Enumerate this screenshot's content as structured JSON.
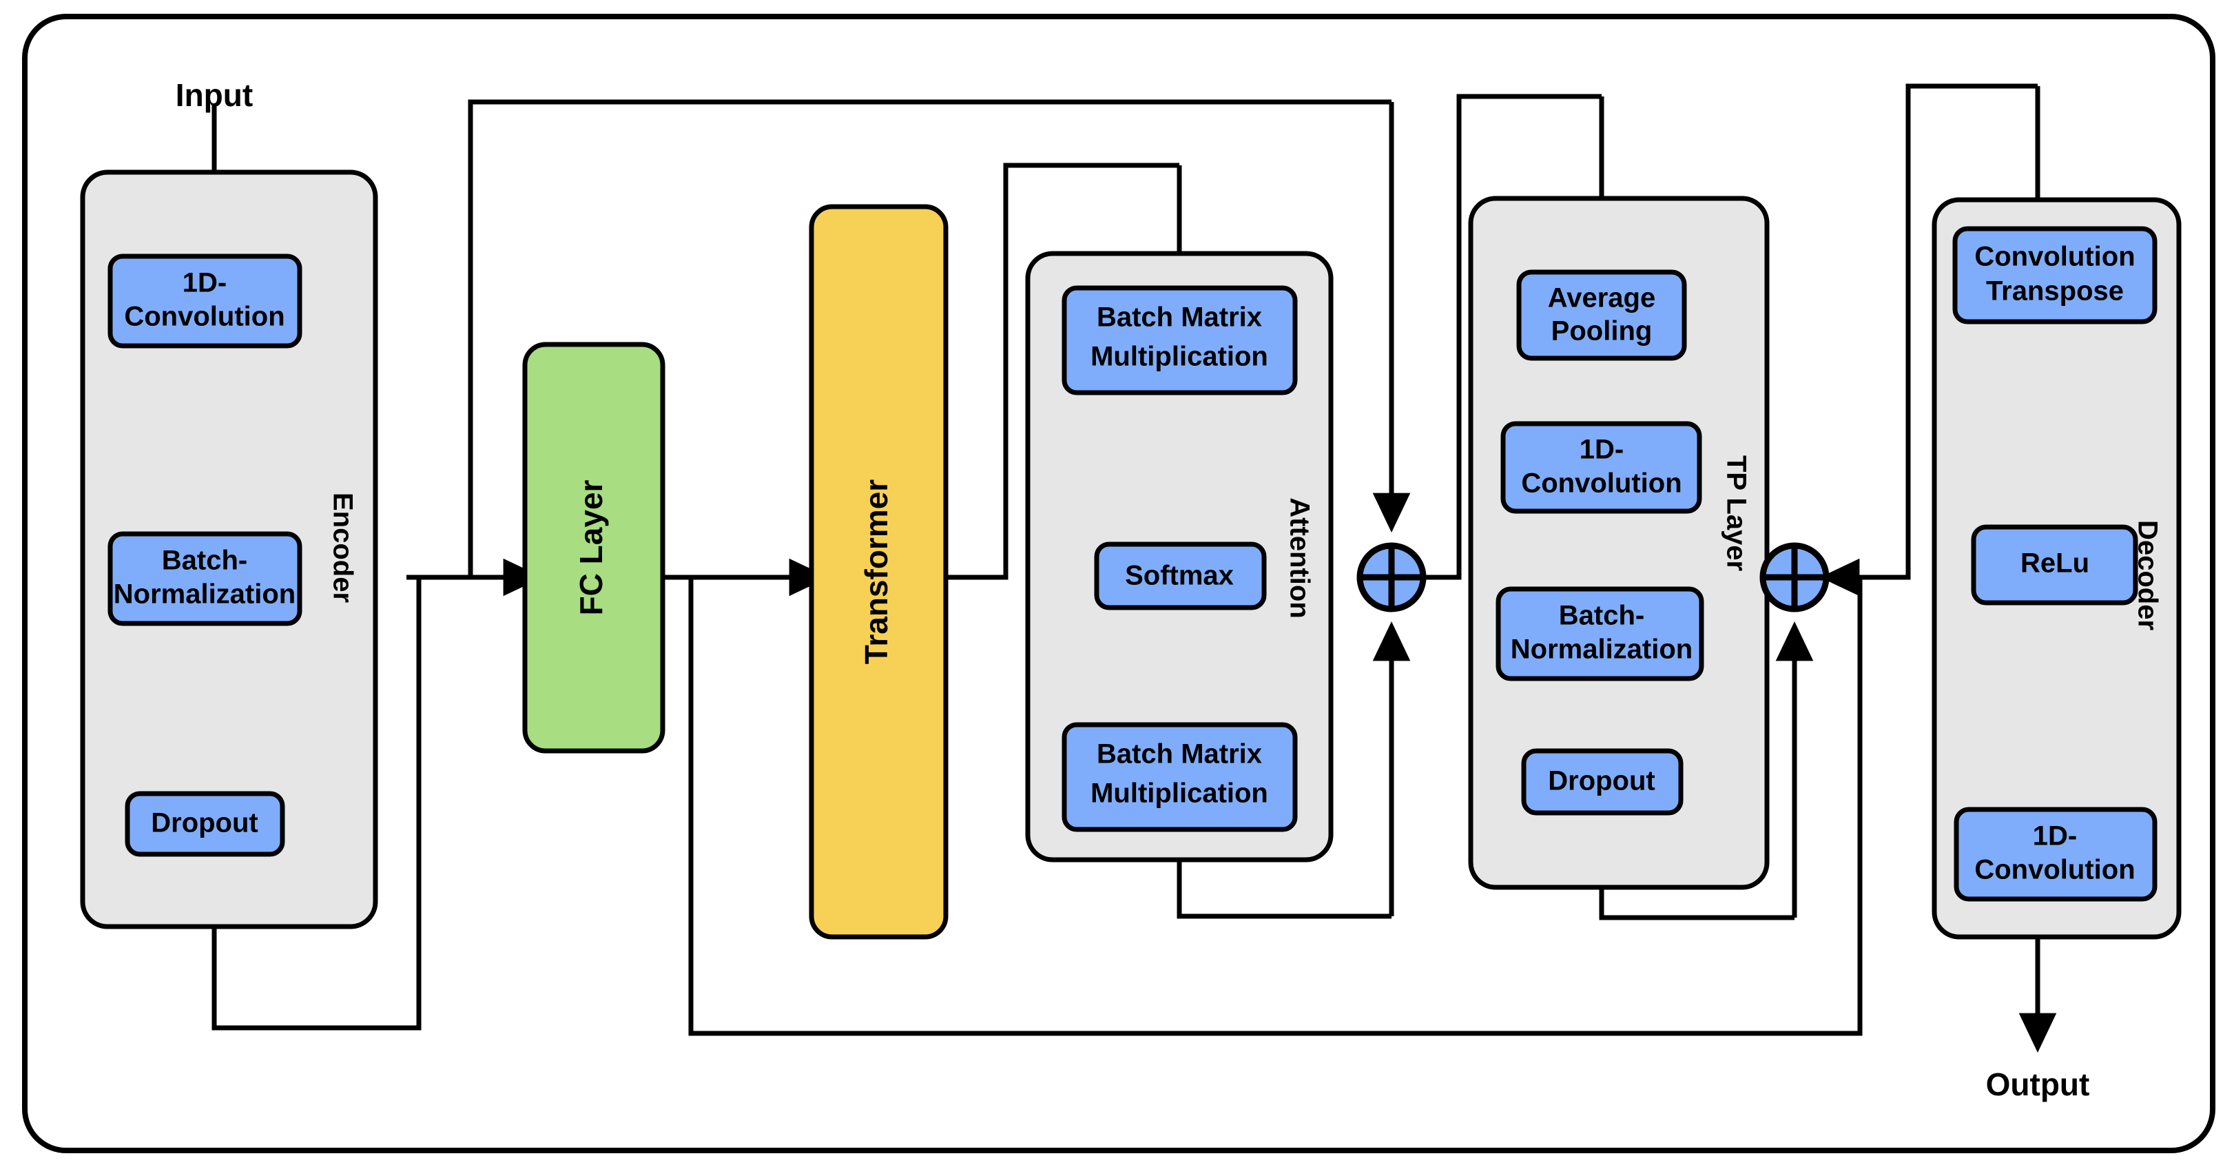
{
  "diagram": {
    "title_input": "Input",
    "title_output": "Output",
    "colors": {
      "node_blue": "#7FADFB",
      "fc_green": "#A8DD82",
      "transformer_yellow": "#F7D156",
      "group_gray": "#E6E6E6",
      "stroke_black": "#000000",
      "background": "#FFFFFF"
    },
    "groups": [
      {
        "id": "encoder",
        "label": "Encoder"
      },
      {
        "id": "attention",
        "label": "Attention"
      },
      {
        "id": "tp_layer",
        "label": "TP Layer"
      },
      {
        "id": "decoder",
        "label": "Decoder"
      }
    ],
    "encoder": {
      "label": "Encoder",
      "nodes": [
        {
          "id": "enc-conv",
          "line1": "1D-",
          "line2": "Convolution"
        },
        {
          "id": "enc-bn",
          "line1": "Batch-",
          "line2": "Normalization"
        },
        {
          "id": "enc-dropout",
          "line1": "Dropout",
          "line2": ""
        }
      ]
    },
    "fc_layer": {
      "label": "FC Layer"
    },
    "transformer": {
      "label": "Transformer"
    },
    "attention": {
      "label": "Attention",
      "nodes": [
        {
          "id": "att-bmm1",
          "line1": "Batch Matrix",
          "line2": "Multiplication"
        },
        {
          "id": "att-softmax",
          "line1": "Softmax",
          "line2": ""
        },
        {
          "id": "att-bmm2",
          "line1": "Batch Matrix",
          "line2": "Multiplication"
        }
      ]
    },
    "tp_layer": {
      "label": "TP Layer",
      "nodes": [
        {
          "id": "tp-avgpool",
          "line1": "Average",
          "line2": "Pooling"
        },
        {
          "id": "tp-conv",
          "line1": "1D-",
          "line2": "Convolution"
        },
        {
          "id": "tp-bn",
          "line1": "Batch-",
          "line2": "Normalization"
        },
        {
          "id": "tp-dropout",
          "line1": "Dropout",
          "line2": ""
        }
      ]
    },
    "decoder": {
      "label": "Decoder",
      "nodes": [
        {
          "id": "dec-convtrans",
          "line1": "Convolution",
          "line2": "Transpose"
        },
        {
          "id": "dec-relu",
          "line1": "ReLu",
          "line2": ""
        },
        {
          "id": "dec-conv",
          "line1": "1D-",
          "line2": "Convolution"
        }
      ]
    },
    "sum_nodes": [
      {
        "id": "sum-1",
        "symbol": "plus-circle"
      },
      {
        "id": "sum-2",
        "symbol": "plus-circle"
      }
    ]
  }
}
